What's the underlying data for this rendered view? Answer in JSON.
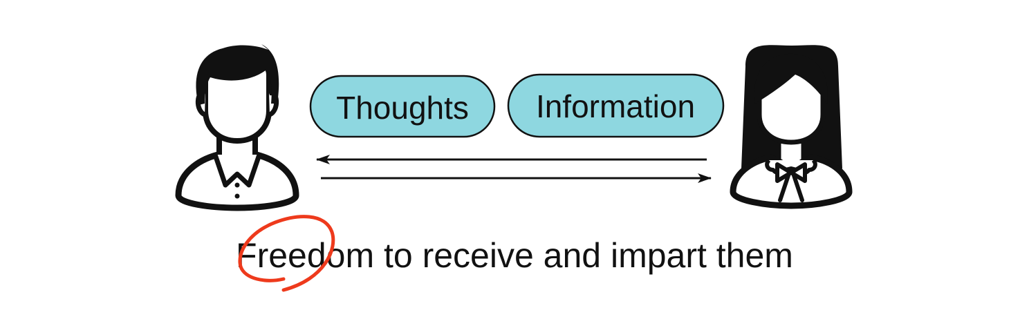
{
  "bubbles": {
    "left": {
      "label": "Thoughts"
    },
    "right": {
      "label": "Information"
    }
  },
  "caption": {
    "text": "Freedom to receive and impart them"
  },
  "colors": {
    "bubble_fill": "#8ed7e0",
    "ink": "#111111",
    "highlight": "#ee3a1c"
  },
  "icons": {
    "left_person": "male-person-icon",
    "right_person": "female-person-icon"
  }
}
